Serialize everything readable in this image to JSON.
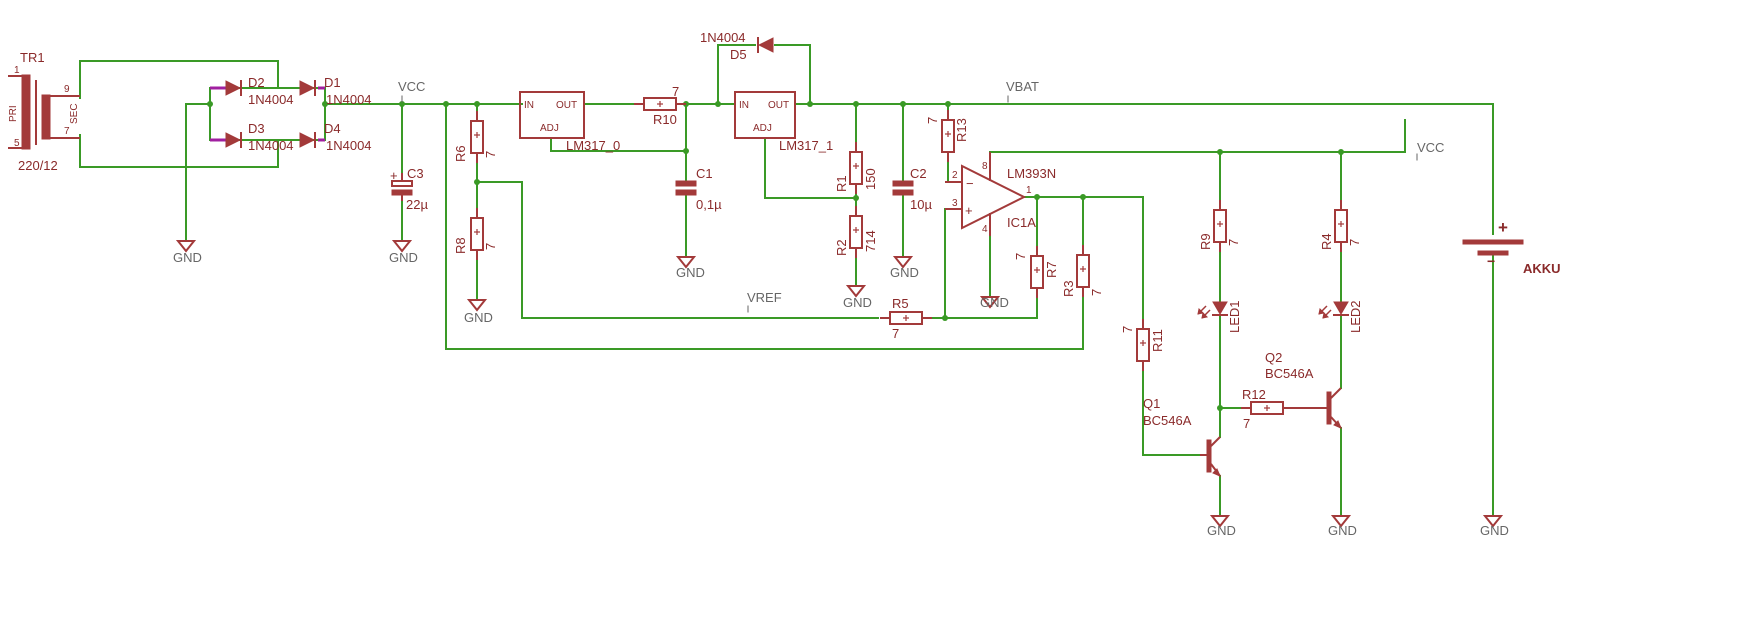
{
  "colors": {
    "wire": "#3a9a26",
    "part": "#a33a3a",
    "label": "#8a2a2a",
    "netlabel": "#666666",
    "background": "#ffffff"
  },
  "nets": {
    "vcc": "VCC",
    "vbat": "VBAT",
    "vref": "VREF",
    "gnd": "GND"
  },
  "transformer": {
    "name": "TR1",
    "value": "220/12",
    "primary": "PRI",
    "secondary": "SEC",
    "pins": [
      "1",
      "5",
      "9",
      "7"
    ]
  },
  "diodes": [
    {
      "name": "D1",
      "value": "1N4004"
    },
    {
      "name": "D2",
      "value": "1N4004"
    },
    {
      "name": "D3",
      "value": "1N4004"
    },
    {
      "name": "D4",
      "value": "1N4004"
    },
    {
      "name": "D5",
      "value": "1N4004"
    }
  ],
  "regulators": [
    {
      "name": "LM317_0",
      "in": "IN",
      "out": "OUT",
      "adj": "ADJ"
    },
    {
      "name": "LM317_1",
      "in": "IN",
      "out": "OUT",
      "adj": "ADJ"
    }
  ],
  "capacitors": [
    {
      "name": "C1",
      "value": "0,1µ"
    },
    {
      "name": "C2",
      "value": "10µ"
    },
    {
      "name": "C3",
      "value": "22µ"
    }
  ],
  "resistors": [
    {
      "name": "R1",
      "value": "150"
    },
    {
      "name": "R2",
      "value": "714"
    },
    {
      "name": "R3",
      "value": "7"
    },
    {
      "name": "R4",
      "value": "7"
    },
    {
      "name": "R5",
      "value": "7"
    },
    {
      "name": "R6",
      "value": "7"
    },
    {
      "name": "R7",
      "value": "7"
    },
    {
      "name": "R8",
      "value": "7"
    },
    {
      "name": "R9",
      "value": "7"
    },
    {
      "name": "R10",
      "value": "7"
    },
    {
      "name": "R11",
      "value": "7"
    },
    {
      "name": "R12",
      "value": "7"
    },
    {
      "name": "R13",
      "value": "7"
    }
  ],
  "comparator": {
    "name": "IC1A",
    "value": "LM393N",
    "pins": [
      "2",
      "3",
      "8",
      "4",
      "1"
    ],
    "minus": "−",
    "plus": "+"
  },
  "transistors": [
    {
      "name": "Q1",
      "value": "BC546A"
    },
    {
      "name": "Q2",
      "value": "BC546A"
    }
  ],
  "leds": [
    {
      "name": "LED1"
    },
    {
      "name": "LED2"
    }
  ],
  "battery": {
    "name": "AKKU",
    "plus": "+",
    "minus": "−"
  }
}
